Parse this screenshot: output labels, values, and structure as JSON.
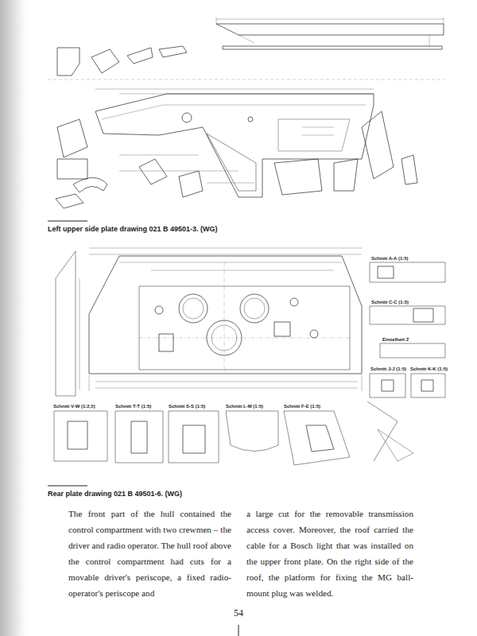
{
  "diagram": {
    "labels": [
      "Left upper side plate drawing 021 B 49501-3. (WG)",
      "Rear plate drawing 021 B 49501-6. (WG)",
      "Schnitt A-A (1:5)",
      "Schnitt C-C (1:5)",
      "Einzelheit Z",
      "Schnitt J-J (1:5)",
      "Schnitt K-K (1:5)",
      "Schnitt V-W (1:2,5)",
      "Schnitt T-T (1:5)",
      "Schnitt S-S (1:5)",
      "Schnitt L-M (1:5)",
      "Schnitt F-E (1:5)",
      "The front part of the hull contained the control compartment with two crewmen – the driver and radio operator. The hull roof above the control compartment had cuts for a movable driver's periscope, a fixed radio-operator's periscope and",
      "a large cut for the removable transmission access cover. Moreover, the roof carried the cable for a Bosch light that was installed on the upper front plate. On the right side of the roof, the platform for fixing the MG ball-mount plug was welded.",
      "54"
    ]
  }
}
